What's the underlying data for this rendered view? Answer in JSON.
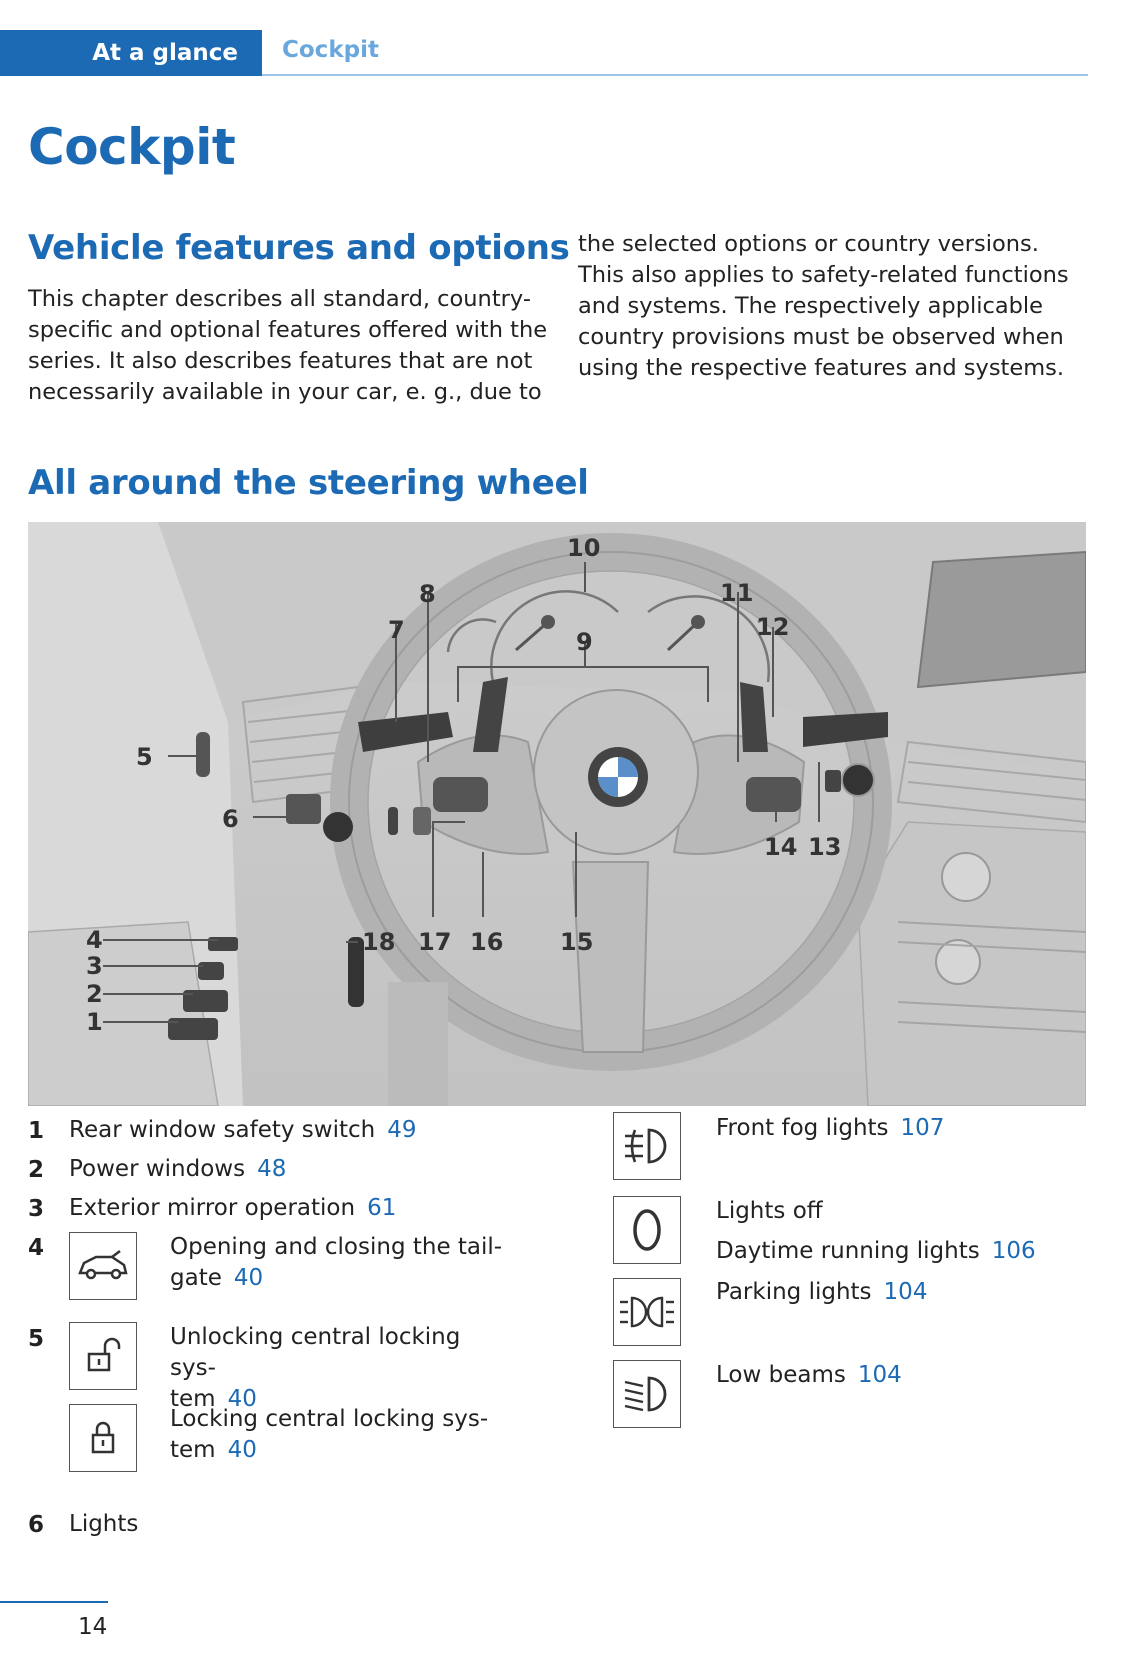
{
  "header": {
    "section": "At a glance",
    "crumb": "Cockpit"
  },
  "page_title": "Cockpit",
  "features": {
    "heading": "Vehicle features and options",
    "left_text": "This chapter describes all standard, country-specific and optional features offered with the series. It also describes features that are not necessarily available in your car, e. g., due to",
    "right_text": "the selected options or country versions. This also applies to safety-related functions and systems. The respectively applicable country provisions must be observed when using the respective features and systems."
  },
  "steering": {
    "heading": "All around the steering wheel",
    "callouts": [
      "1",
      "2",
      "3",
      "4",
      "5",
      "6",
      "7",
      "8",
      "9",
      "10",
      "11",
      "12",
      "13",
      "14",
      "15",
      "16",
      "17",
      "18"
    ]
  },
  "left_items": [
    {
      "num": "1",
      "label": "Rear window safety switch",
      "page": "49"
    },
    {
      "num": "2",
      "label": "Power windows",
      "page": "48"
    },
    {
      "num": "3",
      "label": "Exterior mirror operation",
      "page": "61"
    },
    {
      "num": "4",
      "icon": "car-tailgate-icon",
      "label_l1": "Opening and closing the tail-",
      "label_l2": "gate",
      "page": "40"
    },
    {
      "num": "5",
      "icon": "unlock-icon",
      "label_l1": "Unlocking central locking sys-",
      "label_l2": "tem",
      "page": "40"
    },
    {
      "icon": "lock-icon",
      "label_l1": "Locking central locking sys-",
      "label_l2": "tem",
      "page": "40"
    },
    {
      "num": "6",
      "label": "Lights"
    }
  ],
  "right_items": [
    {
      "icon": "front-fog-lights-icon",
      "label": "Front fog lights",
      "page": "107"
    },
    {
      "icon": "lights-off-icon",
      "label": "Lights off"
    },
    {
      "label": "Daytime running lights",
      "page": "106"
    },
    {
      "icon": "parking-lights-icon",
      "label": "Parking lights",
      "page": "104"
    },
    {
      "icon": "low-beams-icon",
      "label": "Low beams",
      "page": "104"
    }
  ],
  "footer": {
    "page_number": "14"
  }
}
